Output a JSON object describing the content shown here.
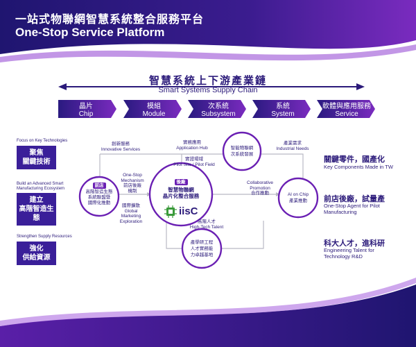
{
  "title": {
    "zh": "一站式物聯網智慧系統整合服務平台",
    "en": "One-Stop Service Platform"
  },
  "supply_chain": {
    "zh": "智慧系統上下游產業鏈",
    "en": "Smart Systems Supply Chain",
    "stages": [
      {
        "zh": "晶片",
        "en": "Chip"
      },
      {
        "zh": "模組",
        "en": "Module"
      },
      {
        "zh": "次系統",
        "en": "Subsystem"
      },
      {
        "zh": "系統",
        "en": "System"
      },
      {
        "zh": "軟體與應用服務",
        "en": "Service"
      }
    ]
  },
  "left": [
    {
      "caption": [
        "Focus on Key Technologies"
      ],
      "box": [
        "聚焦",
        "關鍵技術"
      ]
    },
    {
      "caption": [
        "Build an Advanced Smart",
        "Manufacturing Ecosystem"
      ],
      "box": [
        "建立",
        "高階智造生態"
      ]
    },
    {
      "caption": [
        "Strengthen Supply Resources"
      ],
      "box": [
        "強化",
        "供給資源"
      ]
    }
  ],
  "right": [
    {
      "zh": "關鍵零件，國產化",
      "en": [
        "Key Components Made in TW"
      ]
    },
    {
      "zh": "前店後廠，試量產",
      "en": [
        "One-Stop Agent for Pilot",
        "Manufacturing"
      ]
    },
    {
      "zh": "科大人才，進科研",
      "en": [
        "Engineering Talent for",
        "Technology R&D"
      ]
    }
  ],
  "nodes": {
    "center": {
      "tag": "後廠",
      "lines": [
        "智慧物聯網",
        "晶片化整合服務"
      ],
      "logo": "iisC"
    },
    "front": {
      "tag": "前店",
      "lines": [
        "高階智造生態",
        "系統聯盟暨",
        "國際化推動"
      ]
    },
    "top": {
      "lines": [
        "智能物聯網",
        "次系統發展"
      ]
    },
    "right": {
      "lines": [
        "AI on Chip",
        "產業推動"
      ]
    },
    "bottom": {
      "lines": [
        "產學研工程",
        "人才實務能",
        "力卓越基地"
      ]
    }
  },
  "link_labels": {
    "innovative": [
      "創新服務",
      "Innovative Services"
    ],
    "app_hub": [
      "實務應用",
      "Application Hub"
    ],
    "pilot": [
      "實證場域",
      "Pilot Site / Pilot Field"
    ],
    "industrial": [
      "產業需求",
      "Industrial Needs"
    ],
    "mechanism": [
      "One-Stop",
      "Mechanism",
      "前店後廠",
      "機制"
    ],
    "exploration": [
      "國際擴散",
      "Global",
      "Marketing",
      "Exploration"
    ],
    "collab": [
      "Collaborative",
      "Promotion",
      "合作推動"
    ],
    "talent": [
      "高階人才",
      "High-Tech Talent"
    ]
  },
  "colors": {
    "primary": "#2b1a7a",
    "accent": "#6a1fb3",
    "banner_dark": "#1f1570",
    "banner_light": "#7a2bbf"
  }
}
